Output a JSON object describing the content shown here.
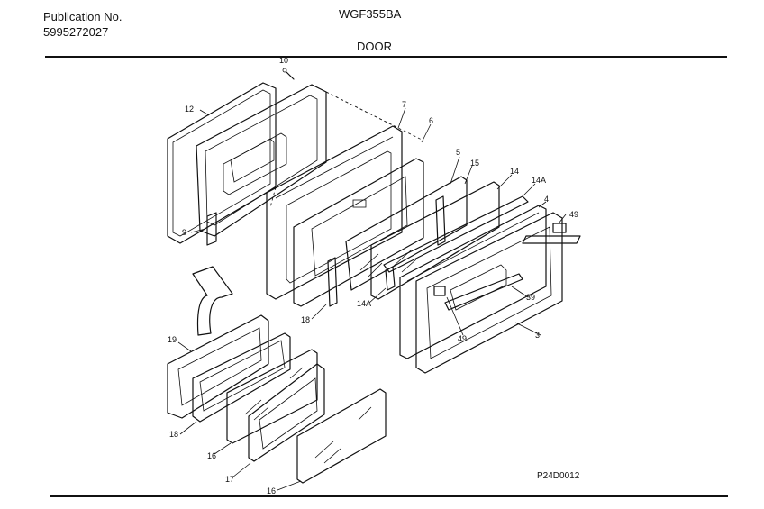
{
  "header": {
    "publication_label": "Publication No.",
    "publication_number": "5995272027",
    "model": "WGF355BA",
    "section": "DOOR"
  },
  "diagram_code": "P24D0012",
  "callouts": [
    "10",
    "12",
    "7",
    "6",
    "5",
    "15",
    "14",
    "14A",
    "4",
    "49",
    "9",
    "18",
    "14A",
    "39",
    "49",
    "3",
    "19",
    "18",
    "16",
    "17",
    "16"
  ]
}
